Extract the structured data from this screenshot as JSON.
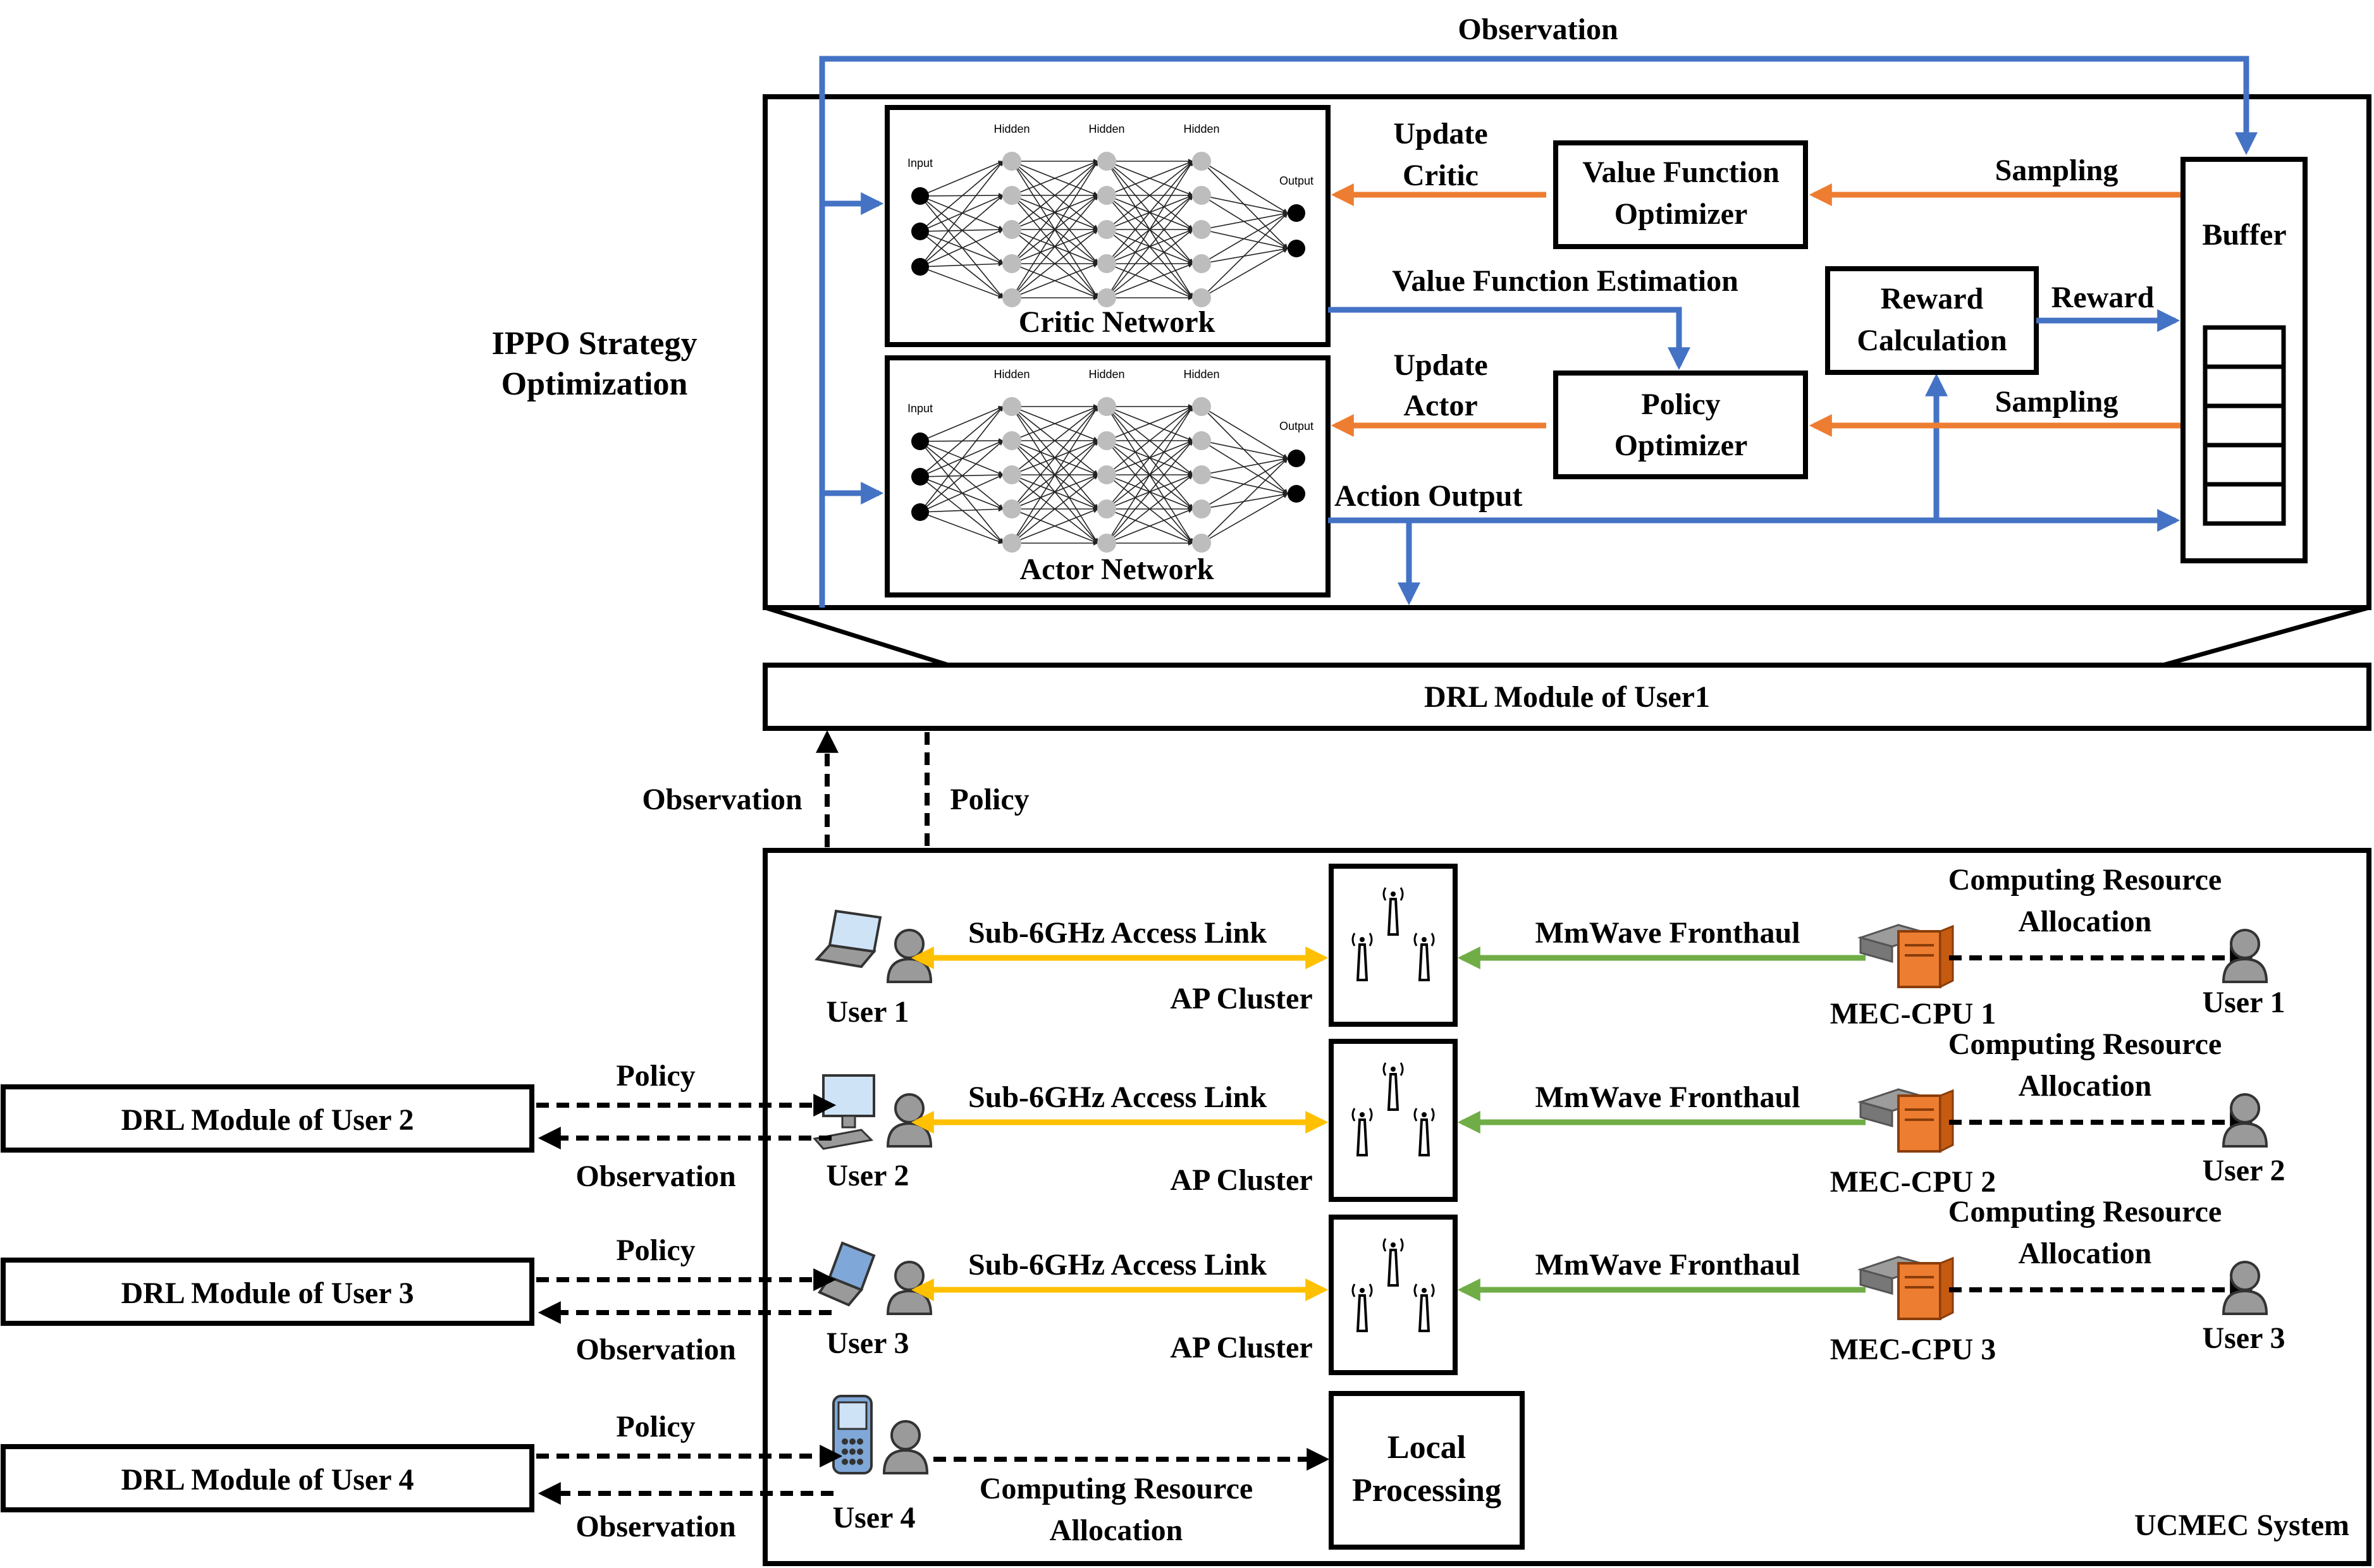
{
  "top": {
    "observation_label": "Observation",
    "strategy_label_line1": "IPPO Strategy",
    "strategy_label_line2": "Optimization"
  },
  "networks": {
    "hidden_label": "Hidden",
    "input_label": "Input",
    "output_label": "Output",
    "critic_title": "Critic Network",
    "actor_title": "Actor Network"
  },
  "optimizers": {
    "update_critic_line1": "Update",
    "update_critic_line2": "Critic",
    "value_optimizer_line1": "Value Function",
    "value_optimizer_line2": "Optimizer",
    "value_estimation": "Value Function Estimation",
    "update_actor_line1": "Update",
    "update_actor_line2": "Actor",
    "policy_optimizer_line1": "Policy",
    "policy_optimizer_line2": "Optimizer",
    "action_output": "Action Output",
    "reward_calc_line1": "Reward",
    "reward_calc_line2": "Calculation",
    "reward": "Reward",
    "sampling_top": "Sampling",
    "sampling_bottom": "Sampling",
    "buffer": "Buffer"
  },
  "drl": {
    "module_user1": "DRL Module of User1",
    "module_user2": "DRL Module of User 2",
    "module_user3": "DRL Module of User 3",
    "module_user4": "DRL Module of User 4",
    "observation": "Observation",
    "policy": "Policy"
  },
  "system": {
    "name": "UCMEC System",
    "rows": [
      {
        "user": "User 1",
        "link": "Sub-6GHz Access Link",
        "ap": "AP Cluster",
        "fronthaul": "MmWave Fronthaul",
        "mec": "MEC-CPU 1",
        "alloc_line1": "Computing Resource",
        "alloc_line2": "Allocation",
        "right_user": "User  1"
      },
      {
        "user": "User  2",
        "link": "Sub-6GHz Access Link",
        "ap": "AP Cluster",
        "fronthaul": "MmWave Fronthaul",
        "mec": "MEC-CPU 2",
        "alloc_line1": "Computing Resource",
        "alloc_line2": "Allocation",
        "right_user": "User  2"
      },
      {
        "user": "User  3",
        "link": "Sub-6GHz Access Link",
        "ap": "AP Cluster",
        "fronthaul": "MmWave Fronthaul",
        "mec": "MEC-CPU 3",
        "alloc_line1": "Computing Resource",
        "alloc_line2": "Allocation",
        "right_user": "User  3"
      }
    ],
    "user4": "User  4",
    "user4_alloc_line1": "Computing Resource",
    "user4_alloc_line2": "Allocation",
    "local_line1": "Local",
    "local_line2": "Processing"
  },
  "colors": {
    "observation_arrow": "#4472C4",
    "update_arrow": "#ED7D31",
    "access_link": "#FFC000",
    "fronthaul": "#70AD47"
  }
}
